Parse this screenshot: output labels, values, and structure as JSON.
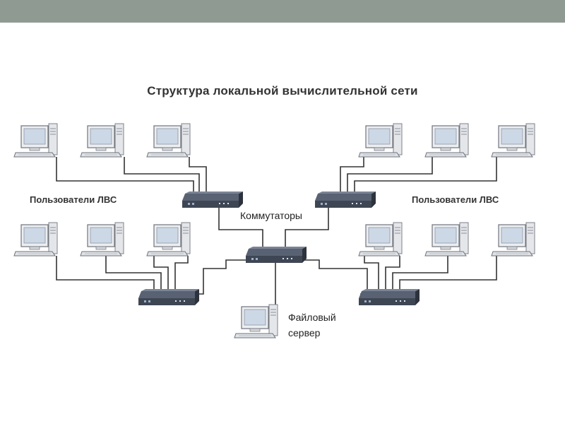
{
  "diagram": {
    "title": "Структура локальной вычислительной сети",
    "users_label_left": "Пользователи ЛВС",
    "users_label_right": "Пользователи ЛВС",
    "switches_label": "Коммутаторы",
    "file_server_label_line1": "Файловый",
    "file_server_label_line2": "сервер"
  },
  "colors": {
    "header_bar": "#8f9a92",
    "line": "#333333",
    "monitor_screen": "#cdd8e6",
    "monitor_body": "#e9ebee",
    "switch_body": "#3e4654"
  }
}
